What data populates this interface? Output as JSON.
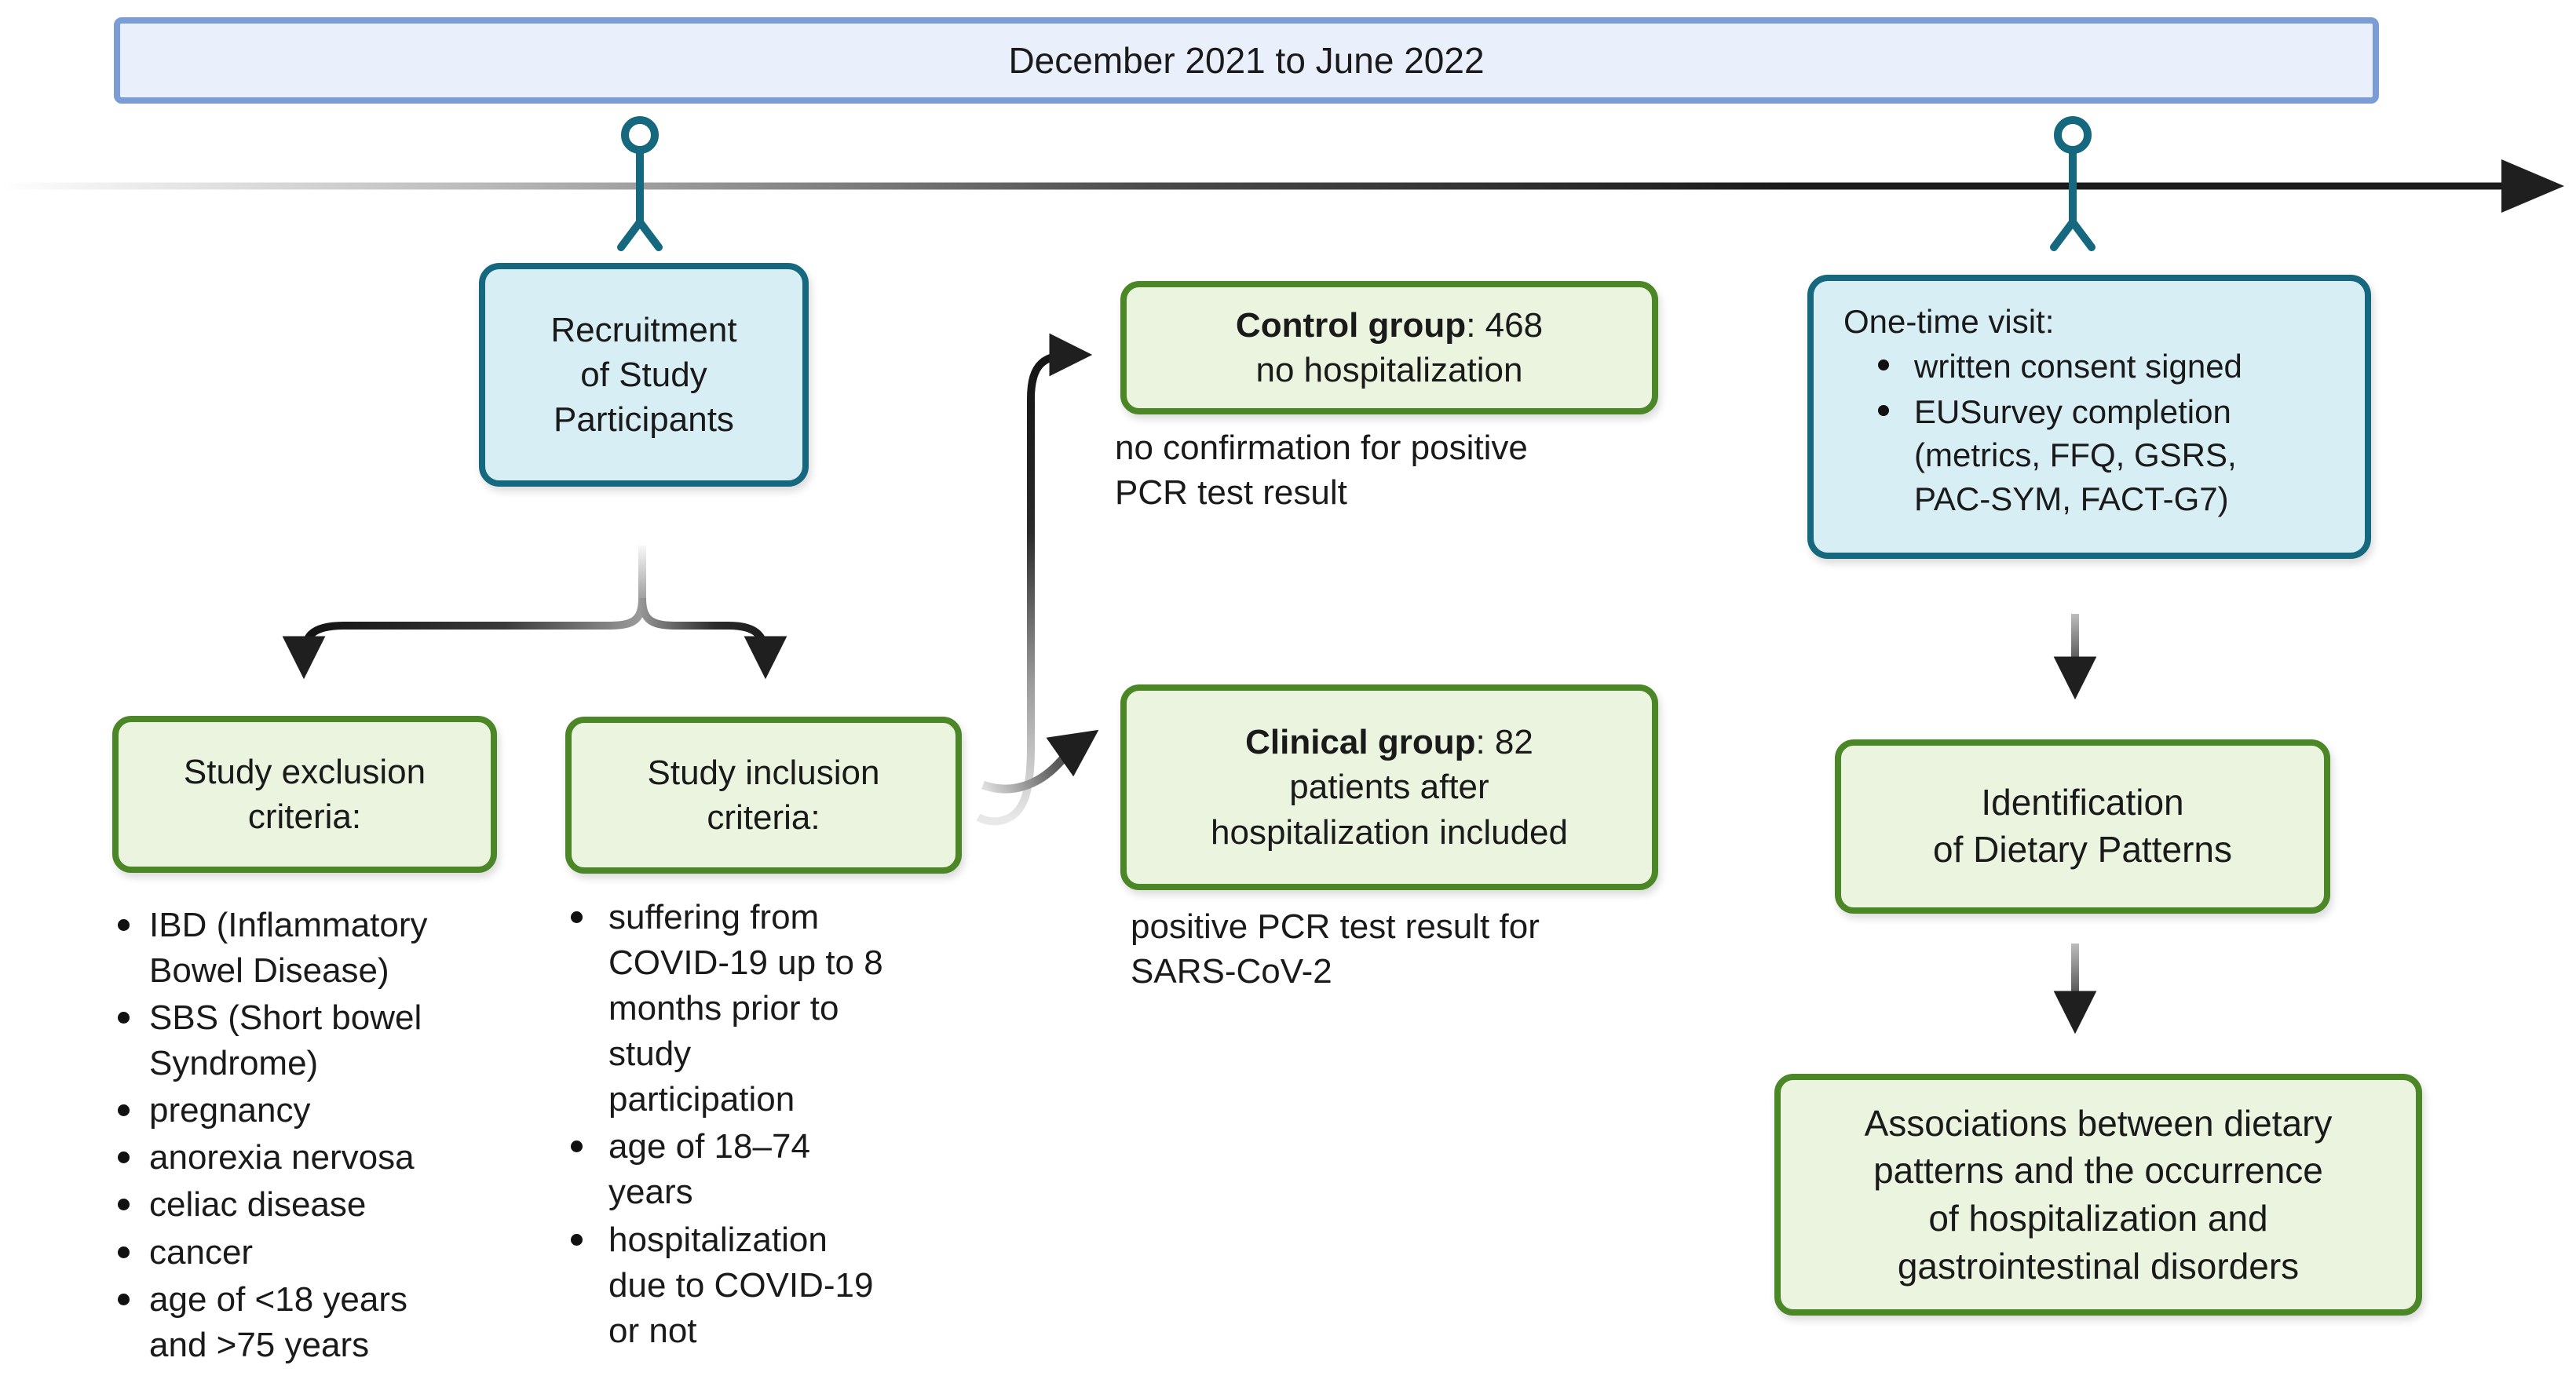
{
  "banner": {
    "label": "December 2021 to June 2022"
  },
  "recruitment": {
    "label": "Recruitment\nof Study\nParticipants"
  },
  "exclusion": {
    "title": "Study exclusion\ncriteria:",
    "items": [
      "IBD (Inflammatory\nBowel Disease)",
      "SBS (Short bowel\nSyndrome)",
      "pregnancy",
      "anorexia nervosa",
      "celiac disease",
      "cancer",
      "age of <18 years\nand >75 years"
    ]
  },
  "inclusion": {
    "title": "Study inclusion\ncriteria:",
    "items": [
      "suffering from\nCOVID-19 up to 8\nmonths prior to\nstudy\nparticipation",
      "age of 18–74\nyears",
      "hospitalization\ndue to COVID-19\nor not"
    ]
  },
  "control": {
    "name": "Control group",
    "rest": ": 468\nno hospitalization",
    "caption": "no confirmation for positive\nPCR test result"
  },
  "clinical": {
    "name": "Clinical group",
    "rest": ": 82\npatients after\nhospitalization included",
    "caption": "positive PCR test result for\nSARS-CoV-2"
  },
  "visit": {
    "title": "One-time visit:",
    "items": [
      "written consent signed",
      "EUSurvey completion\n(metrics, FFQ, GSRS,\nPAC-SYM, FACT-G7)"
    ]
  },
  "identification": {
    "label": "Identification\nof Dietary Patterns"
  },
  "associations": {
    "label": "Associations between dietary\npatterns and the occurrence\nof hospitalization and\ngastrointestinal disorders"
  },
  "colors": {
    "banner_fill": "#e9effb",
    "banner_border": "#7b9cd4",
    "teal_border": "#15687d",
    "teal_fill": "#d8eef5",
    "green_border": "#4c8727",
    "green_fill": "#eaf4df",
    "arrow_black": "#1f1f1f",
    "text": "#1a1a1a"
  }
}
